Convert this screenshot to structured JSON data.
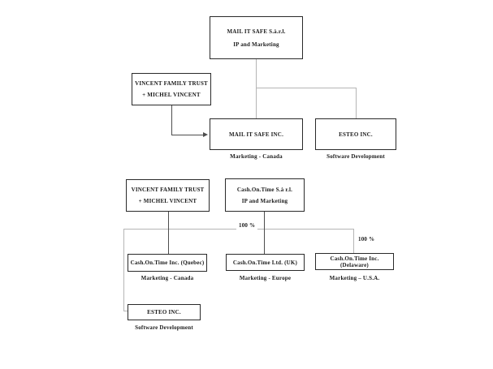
{
  "colors": {
    "box_border": "#2a2a2a",
    "connector_grey": "#b5b5b5",
    "connector_dark": "#4d4d4d"
  },
  "diagram": {
    "top_chart": {
      "parent": {
        "line1": "MAIL IT SAFE S.à.r.l.",
        "line2": "IP and Marketing"
      },
      "trust": {
        "line1": "VINCENT FAMILY TRUST",
        "line2": "+ MICHEL VINCENT"
      },
      "subsidiaries": [
        {
          "name": "MAIL IT SAFE INC.",
          "caption": "Marketing - Canada"
        },
        {
          "name": "ESTEO INC.",
          "caption": "Software Development"
        }
      ]
    },
    "bottom_chart": {
      "trust": {
        "line1": "VINCENT FAMILY TRUST",
        "line2": "+ MICHEL VINCENT"
      },
      "parent": {
        "line1": "Cash.On.Time S.à r.l.",
        "line2": "IP and Marketing"
      },
      "ownership_labels": [
        "100 %",
        "100 %"
      ],
      "subsidiaries": [
        {
          "name": "Cash.On.Time Inc. (Quebec)",
          "caption": "Marketing - Canada"
        },
        {
          "name": "Cash.On.Time Ltd. (UK)",
          "caption": "Marketing - Europe"
        },
        {
          "name": "Cash.On.Time Inc. (Delaware)",
          "caption": "Marketing – U.S.A."
        }
      ],
      "esteo": {
        "name": "ESTEO INC.",
        "caption": "Software Development"
      }
    }
  }
}
